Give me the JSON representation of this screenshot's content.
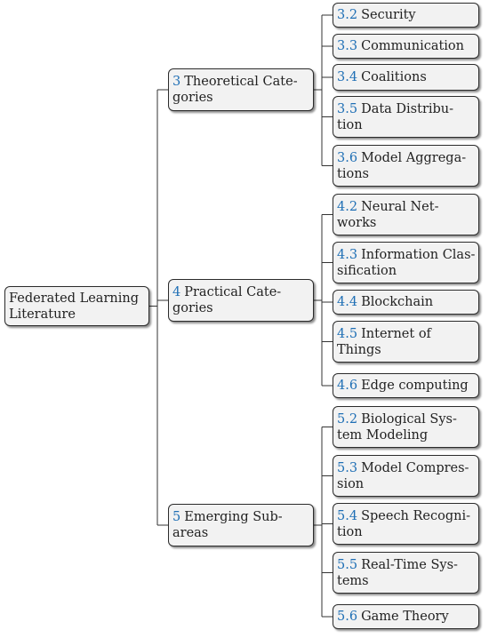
{
  "accent_color": "#1f6fb5",
  "root": {
    "lines": [
      "Federated Learning",
      "Literature"
    ]
  },
  "categories": [
    {
      "number": "3",
      "lines": [
        "Theoretical Cate-",
        "gories"
      ],
      "children": [
        {
          "number": "3.2",
          "lines": [
            "Security"
          ]
        },
        {
          "number": "3.3",
          "lines": [
            "Communication"
          ]
        },
        {
          "number": "3.4",
          "lines": [
            "Coalitions"
          ]
        },
        {
          "number": "3.5",
          "lines": [
            "Data Distribu-",
            "tion"
          ]
        },
        {
          "number": "3.6",
          "lines": [
            "Model Aggrega-",
            "tions"
          ]
        }
      ]
    },
    {
      "number": "4",
      "lines": [
        "Practical Cate-",
        "gories"
      ],
      "children": [
        {
          "number": "4.2",
          "lines": [
            "Neural Net-",
            "works"
          ]
        },
        {
          "number": "4.3",
          "lines": [
            "Information Clas-",
            "sification"
          ]
        },
        {
          "number": "4.4",
          "lines": [
            "Blockchain"
          ]
        },
        {
          "number": "4.5",
          "lines": [
            "Internet of",
            "Things"
          ]
        },
        {
          "number": "4.6",
          "lines": [
            "Edge computing"
          ]
        }
      ]
    },
    {
      "number": "5",
      "lines": [
        "Emerging Sub-",
        "areas"
      ],
      "children": [
        {
          "number": "5.2",
          "lines": [
            "Biological Sys-",
            "tem Modeling"
          ]
        },
        {
          "number": "5.3",
          "lines": [
            "Model Compres-",
            "sion"
          ]
        },
        {
          "number": "5.4",
          "lines": [
            "Speech Recogni-",
            "tion"
          ]
        },
        {
          "number": "5.5",
          "lines": [
            "Real-Time Sys-",
            "tems"
          ]
        },
        {
          "number": "5.6",
          "lines": [
            "Game Theory"
          ]
        }
      ]
    }
  ]
}
